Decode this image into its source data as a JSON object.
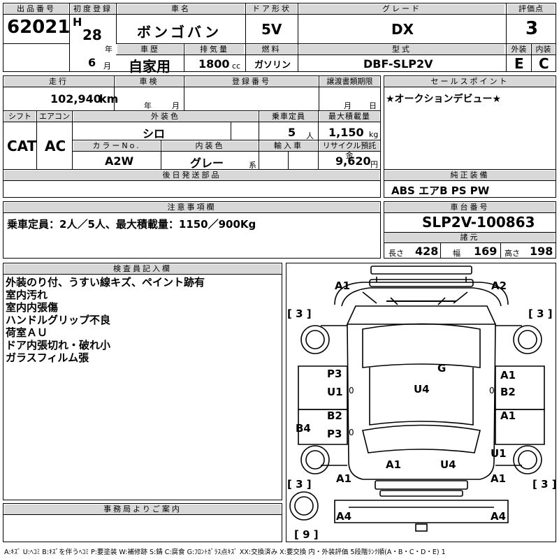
{
  "header": {
    "lot_label": "出品番号",
    "lot_value": "62021",
    "first_reg_label": "初度登録",
    "era": "H",
    "year": "28",
    "year_unit": "年",
    "month": "6",
    "month_unit": "月",
    "name_label": "車名",
    "name_value": "ボンゴバン",
    "door_label": "ドア形状",
    "door_value": "5V",
    "grade_label": "グレード",
    "grade_value": "DX",
    "score_label": "評価点",
    "score_value": "3",
    "history_label": "車歴",
    "history_value": "自家用",
    "displacement_label": "排気量",
    "displacement_value": "1800",
    "cc_unit": "cc",
    "fuel_label": "燃料",
    "fuel_value": "ガソリン",
    "model_label": "型式",
    "model_value": "DBF-SLP2V",
    "exterior_label": "外装",
    "exterior_value": "E",
    "interior_label": "内装",
    "interior_value": "C"
  },
  "row2": {
    "mileage_label": "走行",
    "mileage_value": "102,940",
    "mileage_unit": "km",
    "inspection_label": "車検",
    "insp_year_unit": "年",
    "insp_month_unit": "月",
    "plate_label": "登録番号",
    "transfer_label": "譲渡書類期限",
    "transfer_month_unit": "月",
    "transfer_day_unit": "日",
    "sales_label": "セールスポイント",
    "sales_value": "★オークションデビュー★",
    "shift_label": "シフト",
    "shift_value": "CAT",
    "ac_label": "エアコン",
    "ac_value": "AC",
    "ext_color_label": "外装色",
    "ext_color_value": "シロ",
    "capacity_label": "乗車定員",
    "capacity_value": "5",
    "capacity_unit": "人",
    "load_label": "最大積載量",
    "load_value": "1,150",
    "load_unit": "kg",
    "color_no_label": "カラーNo.",
    "color_no_value": "A2W",
    "int_color_label": "内装色",
    "int_color_value": "グレー",
    "int_color_unit": "系",
    "import_label": "輸入車",
    "recycle_label": "リサイクル預託金",
    "recycle_value": "9,620",
    "recycle_unit": "円",
    "later_parts_label": "後日発送部品",
    "genuine_label": "純正装備",
    "genuine_value": "ABS エアB PS PW"
  },
  "notes": {
    "caution_label": "注意事項欄",
    "caution_value": "乗車定員：2人／5人、最大積載量：1150／900Kg",
    "chassis_label": "車台番号",
    "chassis_value": "SLP2V-100863",
    "spec_label": "諸元",
    "length_label": "長さ",
    "length_value": "428",
    "width_label": "幅",
    "width_value": "169",
    "height_label": "高さ",
    "height_value": "198"
  },
  "inspector": {
    "label": "検査員記入欄",
    "lines": [
      "外装のり付、うすい線キズ、ペイント跡有",
      "室内汚れ",
      "室内内張傷",
      "ハンドルグリップ不良",
      "荷室ＡＵ",
      "ドア内張切れ・破れ小",
      "ガラスフィルム張"
    ]
  },
  "office": {
    "label": "事務局よりご案内"
  },
  "diagram": {
    "a1_tl": "A1",
    "a2_tr": "A2",
    "b3_l1": "[ 3 ]",
    "b3_r1": "[ 3 ]",
    "p3_a": "P3",
    "u1_a": "U1",
    "g": "G",
    "u4_a": "U4",
    "a1_r1": "A1",
    "b2_r": "B2",
    "b2_l": "B2",
    "p3_b": "P3",
    "a1_r2": "A1",
    "b4": "B4",
    "u1_r": "U1",
    "a1_b1": "A1",
    "u4_b": "U4",
    "a1_bl": "A1",
    "a1_br": "A1",
    "b3_l2": "[ 3 ]",
    "b3_r2": "[ 3 ]",
    "a4_l": "A4",
    "a4_r": "A4",
    "b9": "[ 9 ]",
    "zero1": "0",
    "zero2": "0",
    "zero3": "0"
  },
  "legend": "A:ｷｽﾞ U:ﾍｺﾐ B:ｷｽﾞを伴うﾍｺﾐ P:要塗装 W:補修跡 S:錆 C:腐食 G:ﾌﾛﾝﾄｶﾞﾗｽ点ｷｽﾞ XX:交換済み X:要交換 内・外装評価 5段階ﾗﾝｸ順(A・B・C・D・E) 1"
}
